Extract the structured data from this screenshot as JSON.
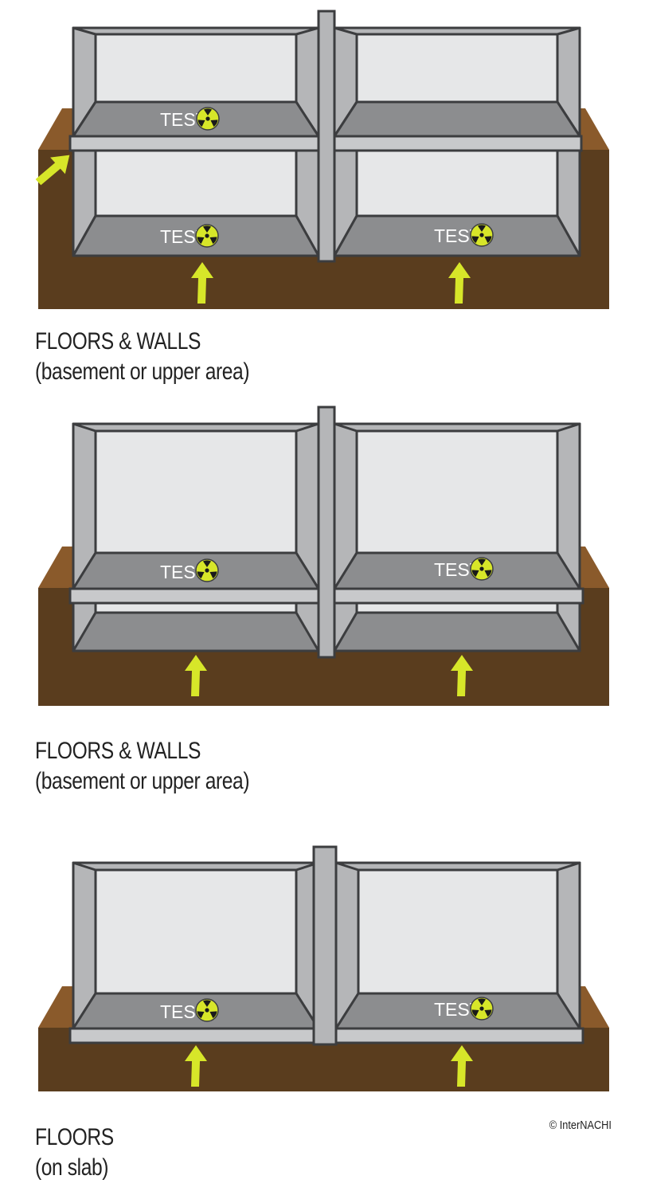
{
  "panels": [
    {
      "id": "panel-1",
      "caption_line1": "FLOORS & WALLS",
      "caption_line2": "(basement or upper area)",
      "test_label": "TEST"
    },
    {
      "id": "panel-2",
      "caption_line1": "FLOORS & WALLS",
      "caption_line2": "(basement or upper area)",
      "test_label": "TEST"
    },
    {
      "id": "panel-3",
      "caption_line1": "FLOORS",
      "caption_line2": "(on slab)",
      "test_label": "TEST"
    }
  ],
  "copyright": "© InterNACHI",
  "colors": {
    "soil_dark": "#5a3d1e",
    "soil_light": "#8a5a2b",
    "wall_back": "#e6e7e8",
    "wall_side": "#b5b6b8",
    "floor": "#8c8d8f",
    "outline": "#3c3d3f",
    "arrow": "#d7e629",
    "radon_icon": "radiation-icon"
  }
}
